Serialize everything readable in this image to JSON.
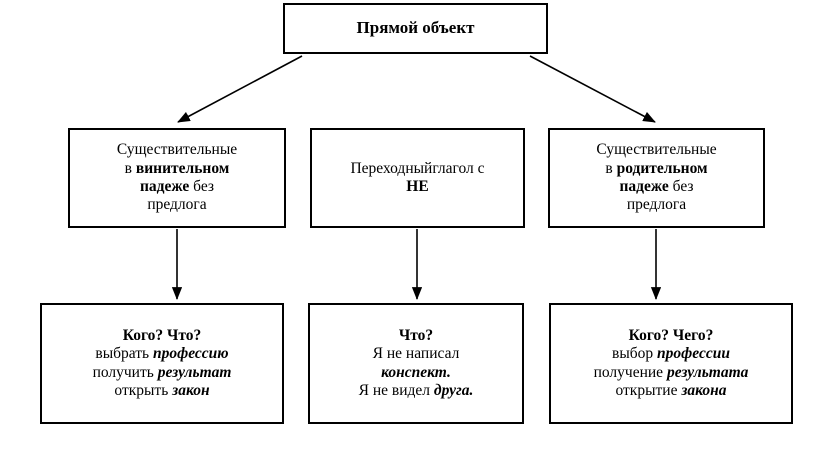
{
  "diagram": {
    "title": "Прямой объект",
    "root": {
      "label": "Прямой объект"
    },
    "middle_row": [
      {
        "name": "accusative-case",
        "lines": [
          {
            "plain_1": "Существительные",
            "bold": "",
            "plain_2": ""
          },
          {
            "plain_1": "в ",
            "bold": "винительном",
            "plain_2": ""
          },
          {
            "plain_1": "",
            "bold": "падеже",
            "plain_2": " без"
          },
          {
            "plain_1": "предлога",
            "bold": "",
            "plain_2": ""
          }
        ]
      },
      {
        "name": "transitive-verb-with-ne",
        "lines": [
          {
            "plain_1": "Переходныйглагол с",
            "bold": "",
            "plain_2": ""
          },
          {
            "plain_1": "",
            "bold": "НЕ",
            "plain_2": ""
          }
        ]
      },
      {
        "name": "genitive-case",
        "lines": [
          {
            "plain_1": "Существительные",
            "bold": "",
            "plain_2": ""
          },
          {
            "plain_1": "в ",
            "bold": "родительном",
            "plain_2": ""
          },
          {
            "plain_1": "",
            "bold": "падеже",
            "plain_2": " без"
          },
          {
            "plain_1": "предлога",
            "bold": "",
            "plain_2": ""
          }
        ]
      }
    ],
    "bottom_row": [
      {
        "name": "accusative-examples",
        "heading": "Кого? Что?",
        "examples": [
          {
            "verb": "выбрать ",
            "object": "профессию"
          },
          {
            "verb": "получить ",
            "object": "результат"
          },
          {
            "verb": "открыть ",
            "object": "закон"
          }
        ]
      },
      {
        "name": "negated-verb-examples",
        "heading": "Что?",
        "examples": [
          {
            "verb": "Я не написал",
            "object": ""
          },
          {
            "verb": "",
            "object": "конспект."
          },
          {
            "verb": "Я не видел ",
            "object": "друга."
          }
        ]
      },
      {
        "name": "genitive-examples",
        "heading": "Кого? Чего?",
        "examples": [
          {
            "verb": "выбор ",
            "object": "профессии"
          },
          {
            "verb": "получение ",
            "object": "результата"
          },
          {
            "verb": "открытие ",
            "object": "закона"
          }
        ]
      }
    ],
    "colors": {
      "stroke": "#000000",
      "background": "#ffffff",
      "text": "#000000"
    }
  }
}
